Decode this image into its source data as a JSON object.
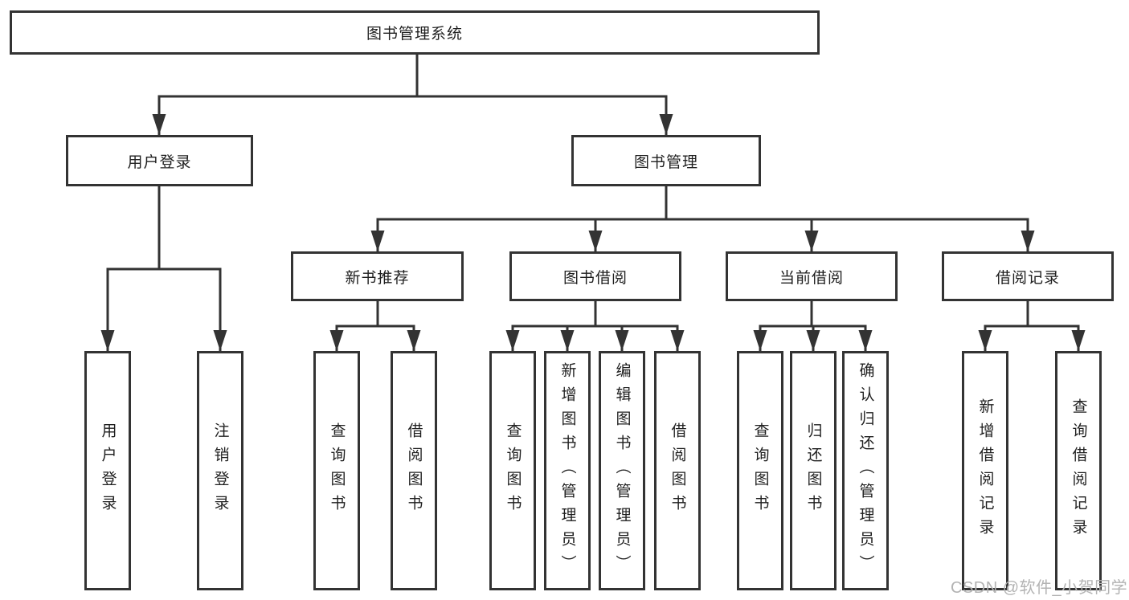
{
  "tree": {
    "root": {
      "label": "图书管理系统"
    },
    "level2": [
      {
        "label": "用户登录"
      },
      {
        "label": "图书管理"
      }
    ],
    "level3": [
      {
        "label": "新书推荐"
      },
      {
        "label": "图书借阅"
      },
      {
        "label": "当前借阅"
      },
      {
        "label": "借阅记录"
      }
    ],
    "leaves": {
      "user_login": [
        "用户登录",
        "注销登录"
      ],
      "new_book_recommend": [
        "查询图书",
        "借阅图书"
      ],
      "book_borrow": [
        "查询图书",
        "新增图书（管理员）",
        "编辑图书（管理员）",
        "借阅图书"
      ],
      "current_borrow": [
        "查询图书",
        "归还图书",
        "确认归还（管理员）"
      ],
      "borrow_records": [
        "新增借阅记录",
        "查询借阅记录"
      ]
    }
  },
  "watermark": "CSDN @软件_小贺同学",
  "colors": {
    "line": "#333333",
    "text": "#1f1f1f",
    "watermark": "#b3b3b3",
    "background": "#ffffff"
  }
}
